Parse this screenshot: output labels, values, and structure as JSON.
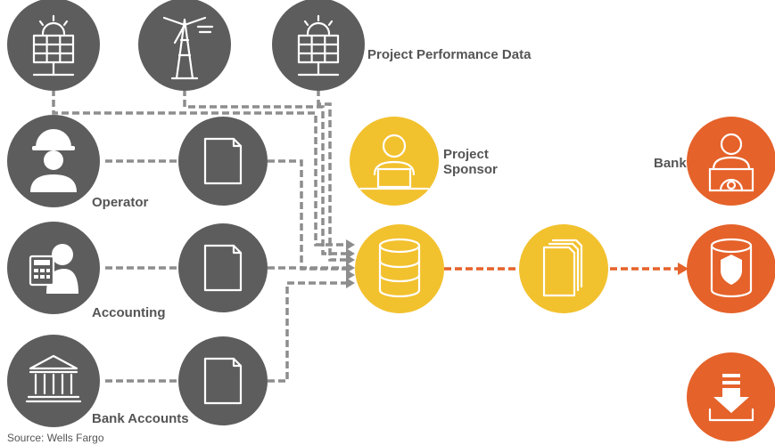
{
  "labels": {
    "performance": "Project Performance Data",
    "operator": "Operator",
    "accounting": "Accounting",
    "bank_accounts": "Bank Accounts",
    "sponsor_line1": "Project",
    "sponsor_line2": "Sponsor",
    "bank": "Bank"
  },
  "source": "Source: Wells Fargo",
  "colors": {
    "gray": "#5d5d5d",
    "yellow": "#f2c12e",
    "orange": "#e5622a",
    "connector_gray": "#8d8d8d"
  },
  "icons": {
    "sources": [
      "solar-panel-icon",
      "wind-turbine-icon",
      "solar-panel-icon"
    ],
    "operator": "hard-hat-worker-icon",
    "accounting": "calculator-person-icon",
    "bank_accounts": "bank-building-icon",
    "reports": "document-icon",
    "sponsor": "person-laptop-icon",
    "hub": "database-icon",
    "package": "document-stack-icon",
    "bank": "bank-officer-icon",
    "secure_store": "shield-database-icon",
    "download": "download-icon"
  }
}
